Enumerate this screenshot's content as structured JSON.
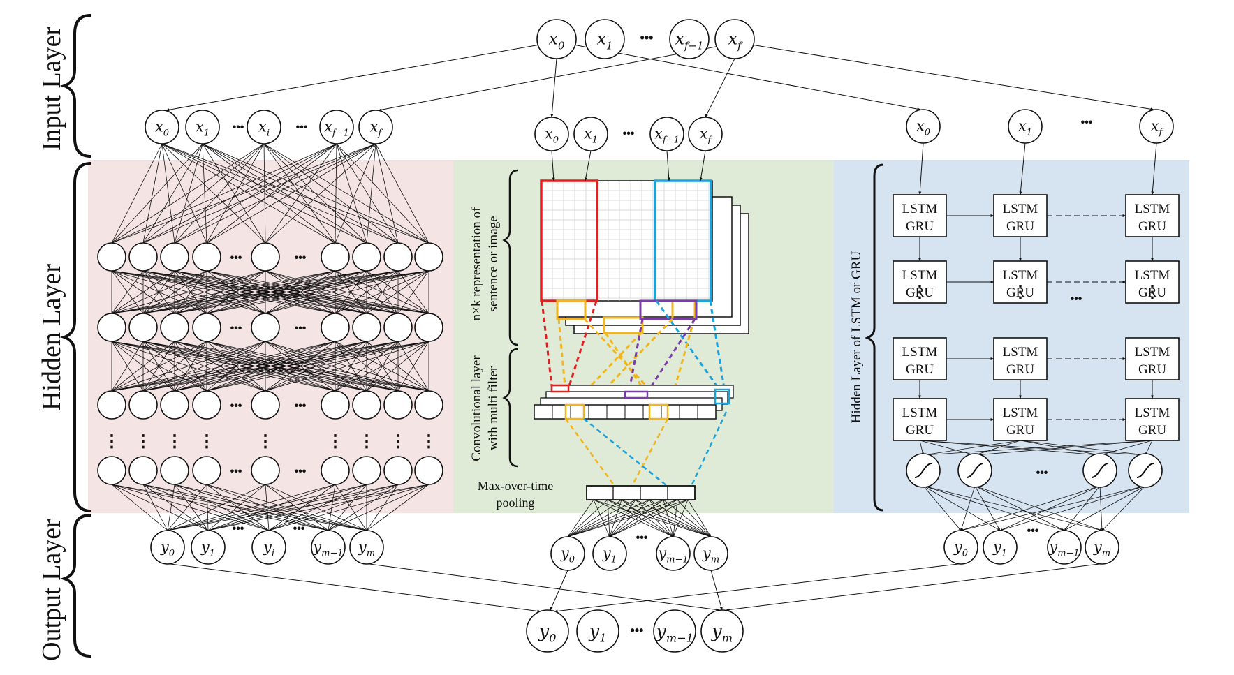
{
  "layers": {
    "input": "Input Layer",
    "hidden": "Hidden Layer",
    "output": "Output Layer"
  },
  "input_nodes": [
    {
      "base": "x",
      "sub": "0"
    },
    {
      "base": "x",
      "sub": "1"
    },
    {
      "base": "x",
      "sub": "f−1"
    },
    {
      "base": "x",
      "sub": "f"
    }
  ],
  "output_nodes": [
    {
      "base": "y",
      "sub": "0"
    },
    {
      "base": "y",
      "sub": "1"
    },
    {
      "base": "y",
      "sub": "m−1"
    },
    {
      "base": "y",
      "sub": "m"
    }
  ],
  "mlp": {
    "input_nodes": [
      {
        "base": "x",
        "sub": "0"
      },
      {
        "base": "x",
        "sub": "1"
      },
      {
        "base": "x",
        "sub": "i"
      },
      {
        "base": "x",
        "sub": "f−1"
      },
      {
        "base": "x",
        "sub": "f"
      }
    ],
    "output_nodes": [
      {
        "base": "y",
        "sub": "0"
      },
      {
        "base": "y",
        "sub": "1"
      },
      {
        "base": "y",
        "sub": "i"
      },
      {
        "base": "y",
        "sub": "m−1"
      },
      {
        "base": "y",
        "sub": "m"
      }
    ]
  },
  "cnn": {
    "input_nodes": [
      {
        "base": "x",
        "sub": "0"
      },
      {
        "base": "x",
        "sub": "1"
      },
      {
        "base": "x",
        "sub": "f−1"
      },
      {
        "base": "x",
        "sub": "f"
      }
    ],
    "output_nodes": [
      {
        "base": "y",
        "sub": "0"
      },
      {
        "base": "y",
        "sub": "1"
      },
      {
        "base": "y",
        "sub": "m−1"
      },
      {
        "base": "y",
        "sub": "m"
      }
    ],
    "repr_label_1": "n×k representation of",
    "repr_label_2": "sentence or image",
    "conv_label_1": "Convolutional layer",
    "conv_label_2": "with multi filter",
    "pool_label_1": "Max-over-time",
    "pool_label_2": "pooling"
  },
  "rnn": {
    "input_nodes": [
      {
        "base": "x",
        "sub": "0"
      },
      {
        "base": "x",
        "sub": "1"
      },
      {
        "base": "x",
        "sub": "f"
      }
    ],
    "output_nodes": [
      {
        "base": "y",
        "sub": "0"
      },
      {
        "base": "y",
        "sub": "1"
      },
      {
        "base": "y",
        "sub": "m−1"
      },
      {
        "base": "y",
        "sub": "m"
      }
    ],
    "cell_line1": "LSTM",
    "cell_line2": "GRU",
    "hidden_label": "Hidden Layer of LSTM or GRU"
  },
  "ellipsis": "•••",
  "vdots": "⋮",
  "colors": {
    "mlp_bg": "#f5e4e4",
    "cnn_bg": "#dfead7",
    "rnn_bg": "#d6e4f2",
    "red": "#e02020",
    "blue": "#1aa3dd",
    "yellow": "#f2b61c",
    "purple": "#7a3aa8"
  }
}
